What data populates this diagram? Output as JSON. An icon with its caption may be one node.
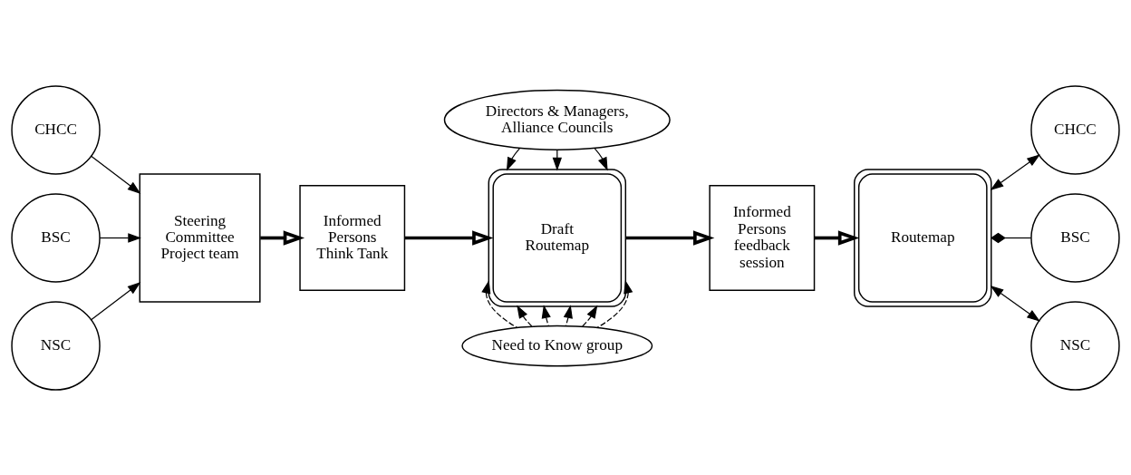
{
  "diagram": {
    "nodes": [
      {
        "text": [
          "CHCC"
        ]
      },
      {
        "text": [
          "BSC"
        ]
      },
      {
        "text": [
          "NSC"
        ]
      },
      {
        "text": [
          "Steering Committee Project team"
        ]
      },
      {
        "text": [
          "Informed Persons Think Tank"
        ]
      },
      {
        "text": [
          "Directors & Managers, Alliance Councils"
        ]
      },
      {
        "text": [
          "Draft Routemap"
        ]
      },
      {
        "text": [
          "Informed Persons feedback session"
        ]
      },
      {
        "text": [
          "Routemap"
        ]
      },
      {
        "text": [
          "CHCC"
        ]
      },
      {
        "text": [
          "BSC"
        ]
      },
      {
        "text": [
          "NSC"
        ]
      },
      {
        "text": [
          "Need to Know group"
        ]
      }
    ],
    "edges": [
      {
        "from": 0,
        "to": 3,
        "arrow": "to"
      },
      {
        "from": 1,
        "to": 3,
        "arrow": "to"
      },
      {
        "from": 2,
        "to": 3,
        "arrow": "to"
      },
      {
        "from": 3,
        "to": 4,
        "arrow": "to",
        "style": "thick"
      },
      {
        "from": 4,
        "to": 6,
        "arrow": "to",
        "style": "thick"
      },
      {
        "from": 5,
        "to": 6,
        "arrow": "to"
      },
      {
        "from": 5,
        "to": 6,
        "arrow": "to"
      },
      {
        "from": 5,
        "to": 6,
        "arrow": "to"
      },
      {
        "from": 12,
        "to": 6,
        "arrow": "to",
        "style": "dashed"
      },
      {
        "from": 12,
        "to": 6,
        "arrow": "to",
        "style": "dashed"
      },
      {
        "from": 12,
        "to": 6,
        "arrow": "to",
        "style": "dashed"
      },
      {
        "from": 12,
        "to": 6,
        "arrow": "to",
        "style": "dashed"
      },
      {
        "from": 12,
        "to": 6,
        "arrow": "to",
        "style": "dashed"
      },
      {
        "from": 12,
        "to": 6,
        "arrow": "to",
        "style": "dashed"
      },
      {
        "from": 6,
        "to": 7,
        "arrow": "to",
        "style": "thick"
      },
      {
        "from": 7,
        "to": 8,
        "arrow": "to",
        "style": "thick"
      },
      {
        "from": 8,
        "to": 9,
        "arrow": "both"
      },
      {
        "from": 10,
        "to": 8,
        "arrow": "other"
      },
      {
        "from": 8,
        "to": 11,
        "arrow": "both"
      }
    ]
  }
}
